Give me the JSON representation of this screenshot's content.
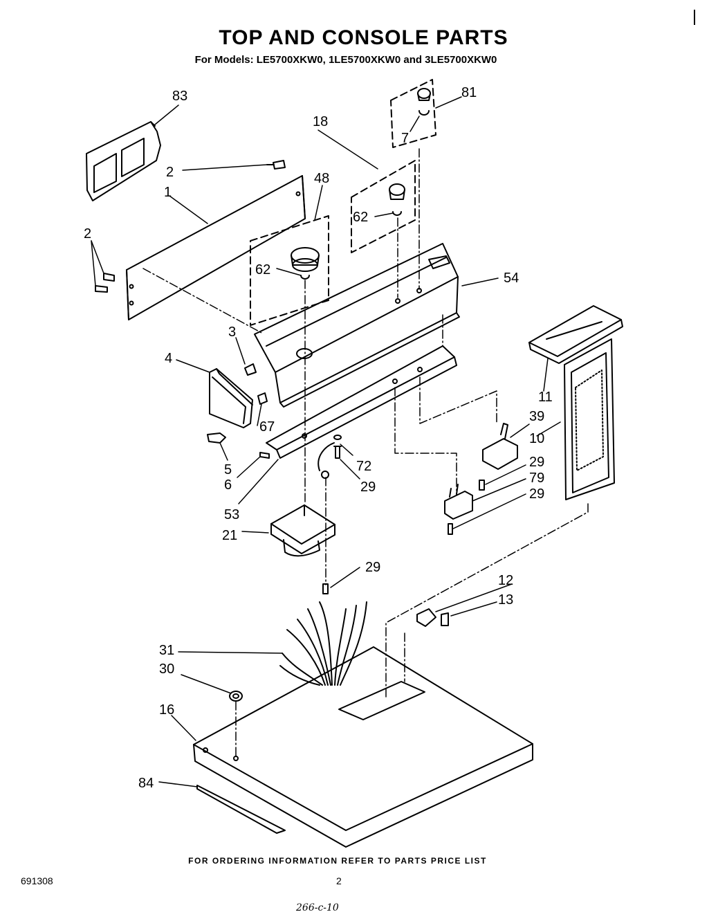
{
  "header": {
    "title": "TOP AND CONSOLE PARTS",
    "subtitle": "For Models: LE5700XKW0, 1LE5700XKW0 and 3LE5700XKW0"
  },
  "callouts": {
    "c83": "83",
    "c2a": "2",
    "c1": "1",
    "c2b": "2",
    "c18": "18",
    "c48": "48",
    "c81": "81",
    "c7": "7",
    "c62a": "62",
    "c62b": "62",
    "c54": "54",
    "c3": "3",
    "c4": "4",
    "c67": "67",
    "c5": "5",
    "c6": "6",
    "c53": "53",
    "c72": "72",
    "c29a": "29",
    "c21": "21",
    "c11": "11",
    "c39": "39",
    "c10": "10",
    "c29b": "29",
    "c79": "79",
    "c29c": "29",
    "c29d": "29",
    "c12": "12",
    "c13": "13",
    "c31": "31",
    "c30": "30",
    "c16": "16",
    "c84": "84"
  },
  "footer": {
    "ordering_note": "FOR ORDERING INFORMATION REFER TO PARTS PRICE LIST",
    "doc_number": "691308",
    "page_number": "2",
    "handwritten_note": "266-c-10"
  }
}
